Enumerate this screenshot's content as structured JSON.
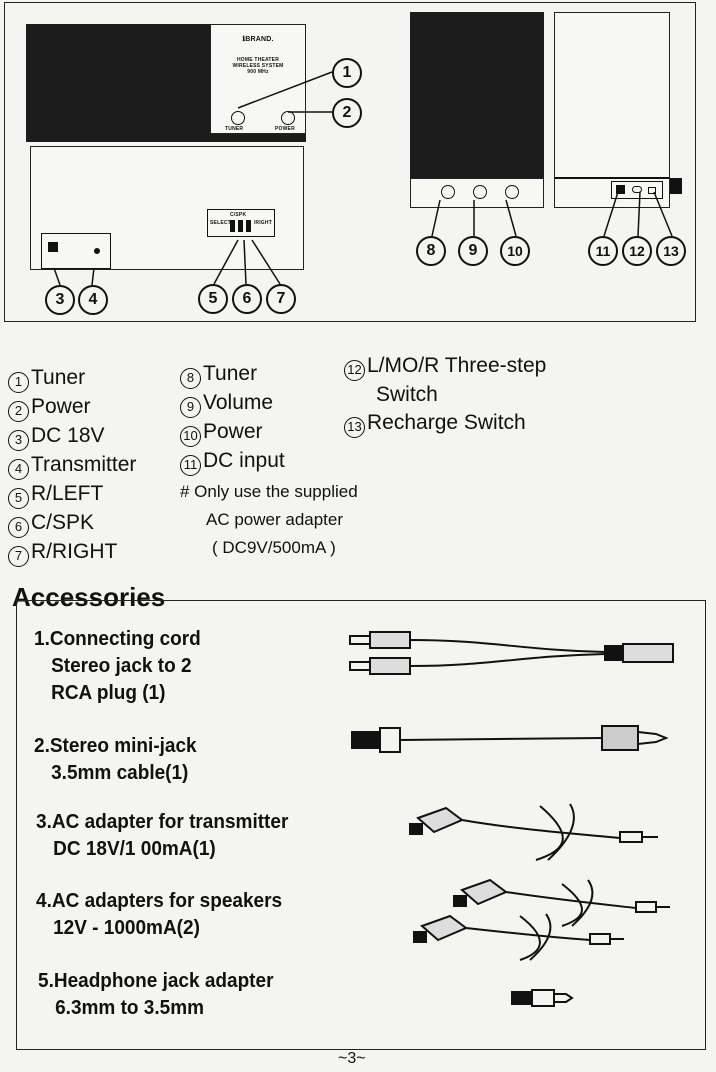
{
  "diagram": {
    "receiver_brand": "ℹBRAND.",
    "receiver_label_lines": [
      "HOME THEATER",
      "WIRELESS SYSTEM",
      "900 MHz"
    ],
    "receiver_button_labels": [
      "TUNER",
      "POWER"
    ],
    "back_panel_labels": [
      "SELECT",
      "C/SPK",
      "R/RIGHT"
    ],
    "callouts": [
      "1",
      "2",
      "3",
      "4",
      "5",
      "6",
      "7",
      "8",
      "9",
      "10",
      "11",
      "12",
      "13"
    ]
  },
  "legend": {
    "col1": [
      {
        "num": "1",
        "label": "Tuner"
      },
      {
        "num": "2",
        "label": "Power"
      },
      {
        "num": "3",
        "label": "DC 18V"
      },
      {
        "num": "4",
        "label": "Transmitter"
      },
      {
        "num": "5",
        "label": "R/LEFT"
      },
      {
        "num": "6",
        "label": "C/SPK"
      },
      {
        "num": "7",
        "label": "R/RIGHT"
      }
    ],
    "col2": [
      {
        "num": "8",
        "label": "Tuner"
      },
      {
        "num": "9",
        "label": "Volume"
      },
      {
        "num": "10",
        "label": "Power"
      },
      {
        "num": "11",
        "label": "DC input"
      }
    ],
    "note_lines": [
      "# Only use the supplied",
      "AC power adapter",
      "( DC9V/500mA )"
    ],
    "col3": [
      {
        "num": "12",
        "label": "L/MO/R  Three-step",
        "label2": "Switch"
      },
      {
        "num": "13",
        "label": "Recharge Switch"
      }
    ]
  },
  "accessories": {
    "title": "Accessories",
    "items": [
      {
        "lines": [
          "1.Connecting cord",
          "Stereo jack to 2",
          "RCA plug (1)"
        ],
        "icon": "rca-y-cable-icon"
      },
      {
        "lines": [
          "2.Stereo mini-jack",
          "3.5mm cable(1)"
        ],
        "icon": "mini-jack-cable-icon"
      },
      {
        "lines": [
          "3.AC adapter for transmitter",
          "DC 18V/1 00mA(1)"
        ],
        "icon": "ac-adapter-icon"
      },
      {
        "lines": [
          "4.AC adapters for speakers",
          "12V - 1000mA(2)"
        ],
        "icon": "ac-adapters-pair-icon"
      },
      {
        "lines": [
          "5.Headphone jack adapter",
          "6.3mm to 3.5mm"
        ],
        "icon": "jack-adapter-icon"
      }
    ]
  },
  "page_number": "~3~"
}
